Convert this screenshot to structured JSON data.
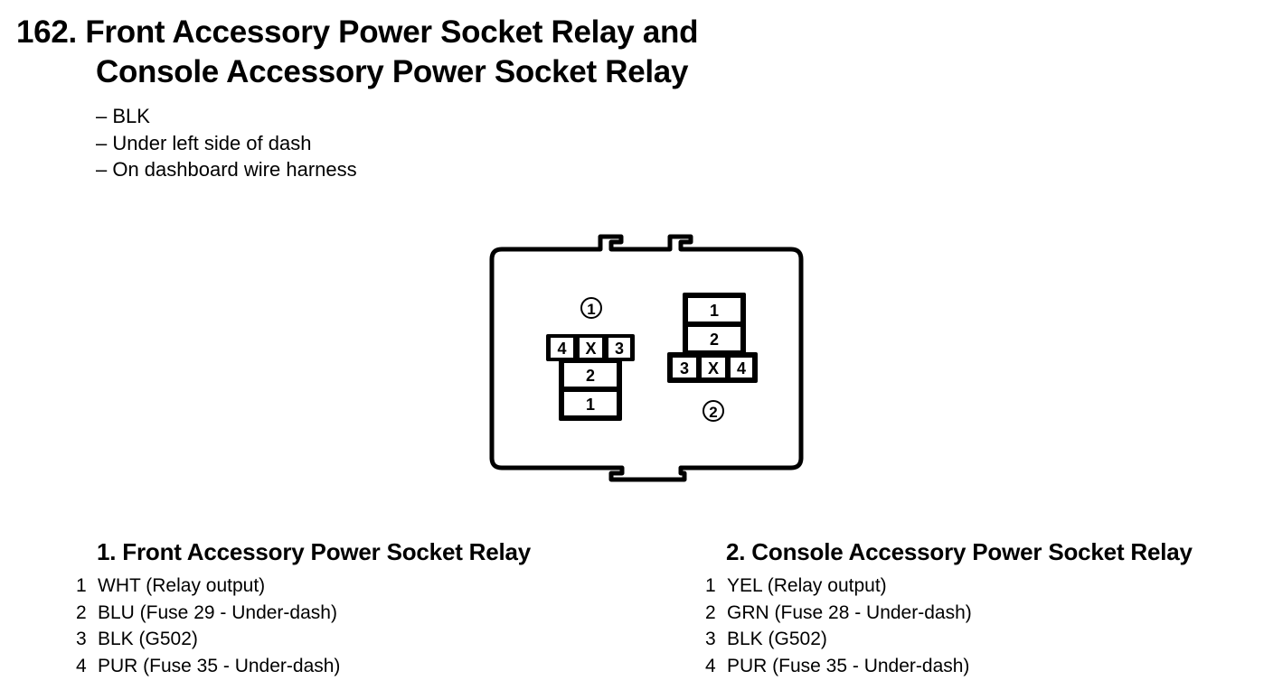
{
  "document": {
    "title_line1": "162. Front Accessory Power Socket Relay and",
    "title_line2": "Console Accessory Power Socket Relay",
    "notes": [
      "– BLK",
      "– Under left side of dash",
      "– On dashboard wire harness"
    ]
  },
  "diagram": {
    "relay1": {
      "callout": "①",
      "top_row": [
        "4",
        "X",
        "3"
      ],
      "column": [
        "2",
        "1"
      ]
    },
    "relay2": {
      "callout": "②",
      "column": [
        "1",
        "2"
      ],
      "bottom_row": [
        "3",
        "X",
        "4"
      ]
    }
  },
  "sections": [
    {
      "heading": "1. Front Accessory Power Socket Relay",
      "pins": [
        {
          "num": "1",
          "desc": "WHT (Relay output)"
        },
        {
          "num": "2",
          "desc": "BLU (Fuse 29 - Under-dash)"
        },
        {
          "num": "3",
          "desc": "BLK (G502)"
        },
        {
          "num": "4",
          "desc": "PUR (Fuse 35 - Under-dash)"
        }
      ]
    },
    {
      "heading": "2. Console Accessory Power Socket Relay",
      "pins": [
        {
          "num": "1",
          "desc": "YEL (Relay output)"
        },
        {
          "num": "2",
          "desc": "GRN (Fuse 28 - Under-dash)"
        },
        {
          "num": "3",
          "desc": "BLK (G502)"
        },
        {
          "num": "4",
          "desc": "PUR (Fuse 35 - Under-dash)"
        }
      ]
    }
  ]
}
